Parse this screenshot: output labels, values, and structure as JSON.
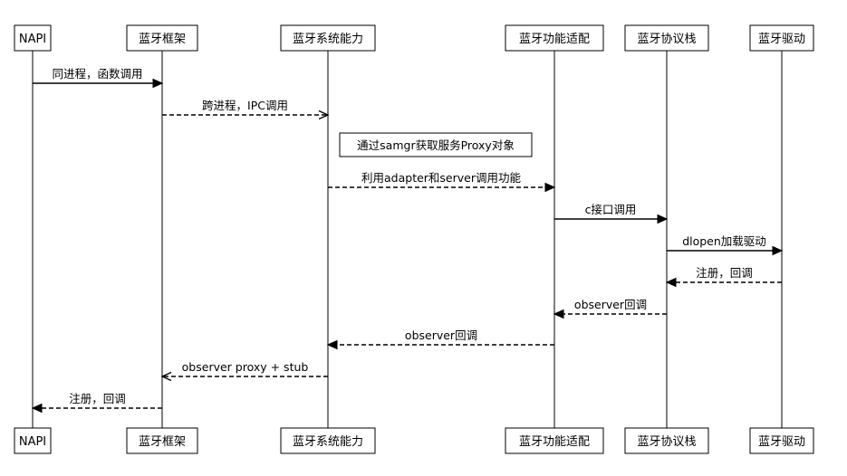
{
  "participants": [
    {
      "id": "napi",
      "label": "NAPI"
    },
    {
      "id": "framework",
      "label": "蓝牙框架"
    },
    {
      "id": "system",
      "label": "蓝牙系统能力"
    },
    {
      "id": "adapter",
      "label": "蓝牙功能适配"
    },
    {
      "id": "stack",
      "label": "蓝牙协议栈"
    },
    {
      "id": "driver",
      "label": "蓝牙驱动"
    }
  ],
  "note": {
    "text": "通过samgr获取服务Proxy对象",
    "participant": "system"
  },
  "messages": [
    {
      "from": "napi",
      "to": "framework",
      "label": "同进程，函数调用",
      "style": "solid",
      "head": "filled"
    },
    {
      "from": "framework",
      "to": "system",
      "label": "跨进程，IPC调用",
      "style": "dashed",
      "head": "open"
    },
    {
      "from": "system",
      "to": "adapter",
      "label": "利用adapter和server调用功能",
      "style": "dashed",
      "head": "filled"
    },
    {
      "from": "adapter",
      "to": "stack",
      "label": "c接口调用",
      "style": "solid",
      "head": "filled"
    },
    {
      "from": "stack",
      "to": "driver",
      "label": "dlopen加载驱动",
      "style": "solid",
      "head": "filled"
    },
    {
      "from": "driver",
      "to": "stack",
      "label": "注册，回调",
      "style": "dashed",
      "head": "filled"
    },
    {
      "from": "stack",
      "to": "adapter",
      "label": "observer回调",
      "style": "dashed",
      "head": "filled"
    },
    {
      "from": "adapter",
      "to": "system",
      "label": "observer回调",
      "style": "dashed",
      "head": "filled"
    },
    {
      "from": "system",
      "to": "framework",
      "label": "observer proxy + stub",
      "style": "dashed",
      "head": "open"
    },
    {
      "from": "framework",
      "to": "napi",
      "label": "注册，回调",
      "style": "dashed",
      "head": "filled"
    }
  ]
}
